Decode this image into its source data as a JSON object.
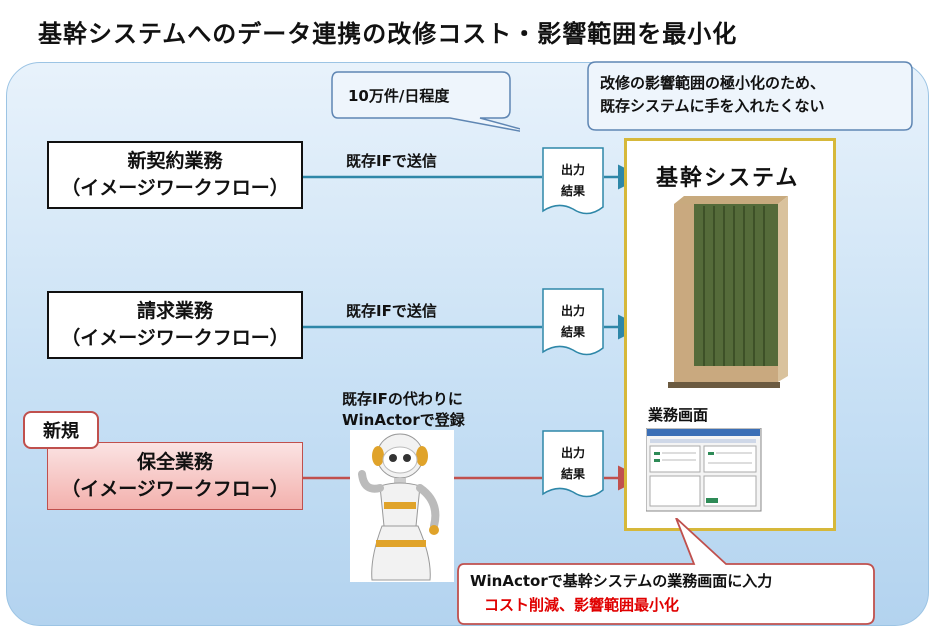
{
  "title": "基幹システムへのデータ連携の改修コスト・影響範囲を最小化",
  "callouts": {
    "volume": "10万件/日程度",
    "core_line1": "改修の影響範囲の極小化のため、",
    "core_line2": "既存システムに手を入れたくない",
    "bottom_line1": "WinActorで基幹システムの業務画面に入力",
    "bottom_line2": "コスト削減、影響範囲最小化"
  },
  "businesses": [
    {
      "line1": "新契約業務",
      "line2": "（イメージワークフロー）",
      "link": "既存IFで送信"
    },
    {
      "line1": "請求業務",
      "line2": "（イメージワークフロー）",
      "link": "既存IFで送信"
    },
    {
      "line1": "保全業務",
      "line2": "（イメージワークフロー）",
      "link_line1": "既存IFの代わりに",
      "link_line2": "WinActorで登録"
    }
  ],
  "new_badge": "新規",
  "doc_label_line1": "出力",
  "doc_label_line2": "結果",
  "core_system": "基幹システム",
  "business_screen": "業務画面",
  "colors": {
    "accent_blue": "#2e87a8",
    "accent_red": "#c0504d",
    "highlight_red": "#e00000",
    "core_border": "#d6b83a",
    "server_green": "#556b3a"
  }
}
